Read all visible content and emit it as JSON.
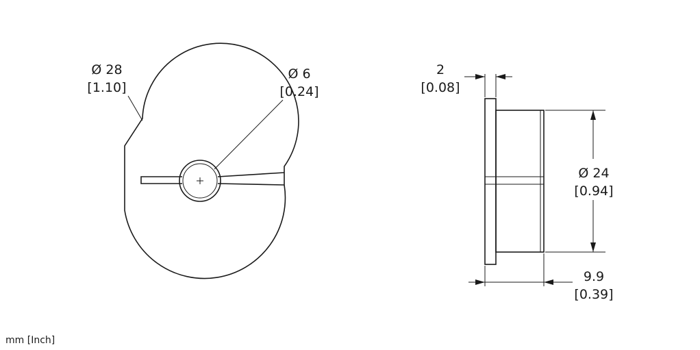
{
  "front_view": {
    "outer_diameter": {
      "mm": "Ø 28",
      "inch": "[1.10]"
    },
    "hole_diameter": {
      "mm": "Ø 6",
      "inch": "[0.24]"
    }
  },
  "side_view": {
    "flange_thickness": {
      "mm": "2",
      "inch": "[0.08]"
    },
    "body_diameter": {
      "mm": "Ø 24",
      "inch": "[0.94]"
    },
    "total_length": {
      "mm": "9.9",
      "inch": "[0.39]"
    }
  },
  "units_note": "mm [Inch]"
}
